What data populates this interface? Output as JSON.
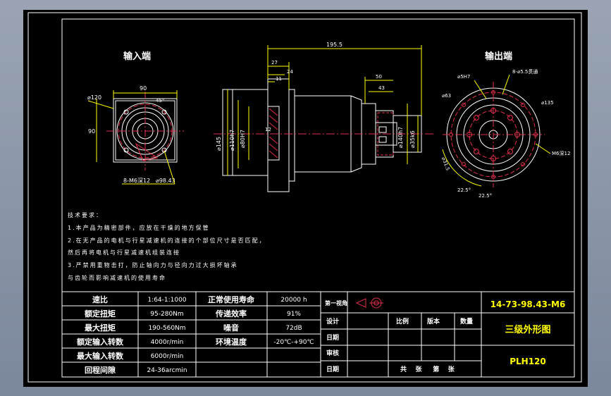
{
  "views": {
    "input_title": "输入端",
    "output_title": "输出端"
  },
  "dims": {
    "total_length": "195.5",
    "d27": "27",
    "d24": "24",
    "d11": "11",
    "d12": "12",
    "d50": "50",
    "d43": "43",
    "dia145": "⌀145",
    "dia110": "⌀110h7",
    "dia80": "⌀80H7",
    "dia140": "⌀140h7",
    "dia35": "⌀35k6",
    "sq120": "⌀120",
    "w90": "90",
    "h90": "90",
    "m6_depth": "8-M6深12",
    "pcd": "⌀98.43",
    "dia63": "⌀63",
    "out_holes": "8-⌀5.5贯通",
    "dia135": "⌀135",
    "m6_out": "M6深12",
    "ang_a": "22.5°",
    "ang_b": "22.5°",
    "dia5h7": "⌀5H7",
    "dia_small": "⌀31.5",
    "a45": "45°"
  },
  "notes": [
    "技术要求：",
    "1.本产品为精密部件，应放在干燥的地方保管",
    "2.在无产品的电机与行星减速机的连接的个部位尺寸是否匹配，",
    "然后再将电机与行星减速机组装连接",
    "3.严禁用重物击打，防止轴向力与径向力过大损坏轴承",
    "与齿轮而影响减速机的使用寿命"
  ],
  "spec_table": [
    [
      "速比",
      "1:64-1:1000",
      "正常使用寿命",
      "20000 h"
    ],
    [
      "额定扭矩",
      "95-280Nm",
      "传递效率",
      "91%"
    ],
    [
      "最大扭矩",
      "190-560Nm",
      "噪音",
      "72dB"
    ],
    [
      "额定输入转数",
      "4000r/min",
      "环境温度",
      "-20℃-+90℃"
    ],
    [
      "最大输入转数",
      "6000r/min",
      "",
      ""
    ],
    [
      "回程间隙",
      "24-36arcmin",
      "",
      ""
    ]
  ],
  "title_block": {
    "projection": "第一视角",
    "design": "设计",
    "date1": "日期",
    "review": "审核",
    "date2": "日期",
    "scale": "比例",
    "version": "版本",
    "quantity": "数量",
    "sheets": "共    张     第    张",
    "drawing_no": "14-73-98.43-M6",
    "drawing_name": "三级外形图",
    "model": "PLH120"
  },
  "colors": {
    "outline": "#ffffff",
    "centerline": "#e0304a",
    "dimension": "#ffff00",
    "frame": "#ffffff"
  }
}
